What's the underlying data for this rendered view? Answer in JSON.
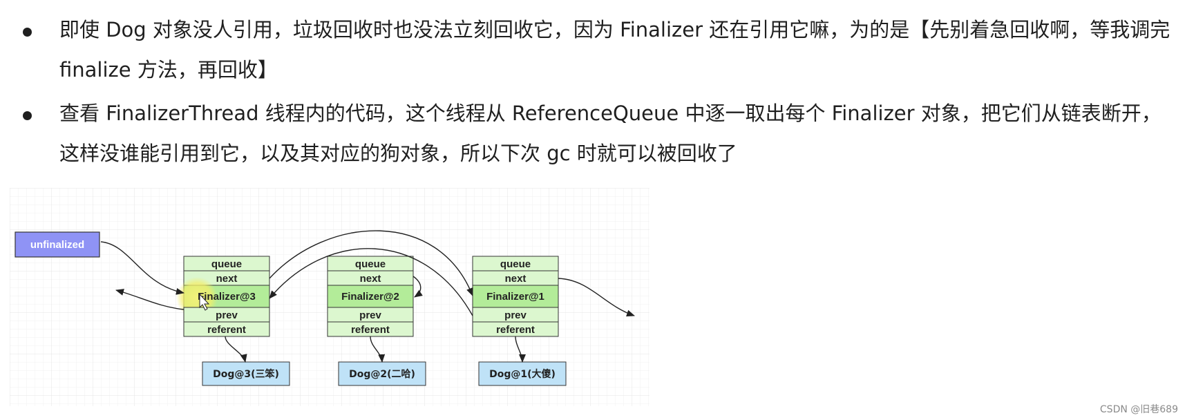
{
  "bullets": [
    {
      "text": "即使 Dog 对象没人引用，垃圾回收时也没法立刻回收它，因为 Finalizer 还在引用它嘛，为的是【先别着急回收啊，等我调完 finalize 方法，再回收】"
    },
    {
      "text": "查看 FinalizerThread 线程内的代码，这个线程从 ReferenceQueue 中逐一取出每个 Finalizer 对象，把它们从链表断开，这样没谁能引用到它，以及其对应的狗对象，所以下次 gc 时就可以被回收了"
    }
  ],
  "diagram": {
    "head_label": "unfinalized",
    "nodes": [
      {
        "fields": {
          "queue": "queue",
          "next": "next",
          "name": "Finalizer@3",
          "prev": "prev",
          "referent": "referent"
        },
        "dog": "Dog@3(三笨)"
      },
      {
        "fields": {
          "queue": "queue",
          "next": "next",
          "name": "Finalizer@2",
          "prev": "prev",
          "referent": "referent"
        },
        "dog": "Dog@2(二哈)"
      },
      {
        "fields": {
          "queue": "queue",
          "next": "next",
          "name": "Finalizer@1",
          "prev": "prev",
          "referent": "referent"
        },
        "dog": "Dog@1(大傻)"
      }
    ],
    "colors": {
      "head_fill": "#8f93f5",
      "field_fill": "#dcf7cf",
      "name_fill": "#b3ec99",
      "dog_fill": "#bfe2f7",
      "stroke": "#333333",
      "grid": "#e4e4e4"
    }
  },
  "watermark": "CSDN @旧巷689"
}
